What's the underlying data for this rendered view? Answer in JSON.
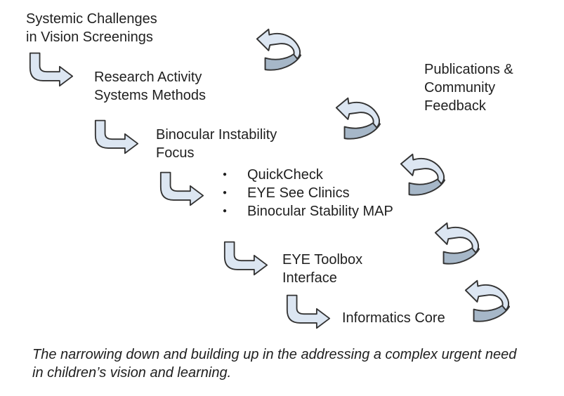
{
  "colors": {
    "bg": "#ffffff",
    "text_color": "#1f1f1f",
    "arrow_fill": "#dce6f2",
    "arrow_dark": "#a6b7c8",
    "arrow_stroke": "#333333"
  },
  "diagram": {
    "nodes": {
      "systemic": {
        "line1": "Systemic Challenges",
        "line2": "in Vision Screenings"
      },
      "research": {
        "line1": "Research Activity",
        "line2": "Systems Methods"
      },
      "binocular": {
        "line1": "Binocular Instability",
        "line2": "Focus"
      },
      "toolbox": {
        "line1": "EYE Toolbox",
        "line2": "Interface"
      },
      "informatics": {
        "line1": "Informatics Core"
      },
      "publications": {
        "line1": "Publications &",
        "line2": "Community",
        "line3": "Feedback"
      }
    },
    "bullets": {
      "icon": "●",
      "items": [
        "QuickCheck",
        "EYE See Clinics",
        "Binocular Stability MAP"
      ]
    }
  },
  "caption": {
    "line1": "The narrowing down and building up in the addressing a complex urgent need",
    "line2": "in children’s vision and learning."
  }
}
